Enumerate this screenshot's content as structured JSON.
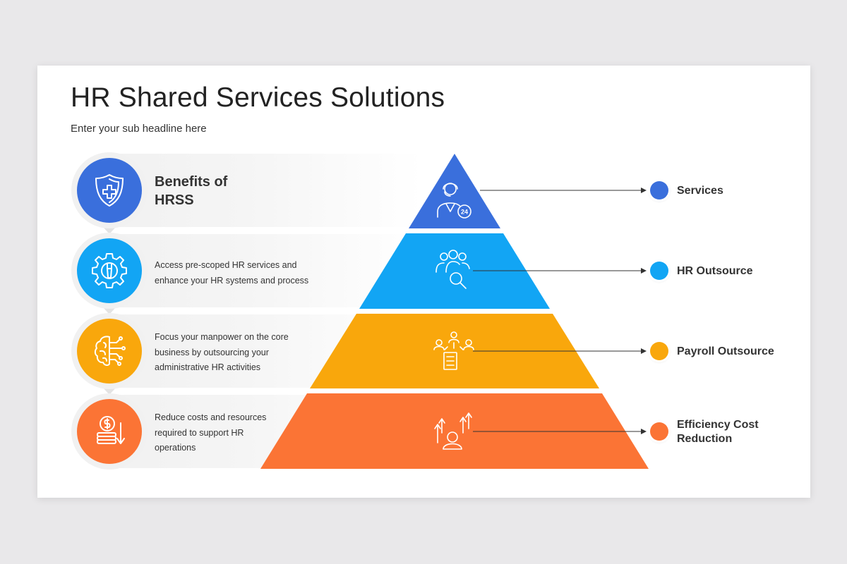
{
  "slide": {
    "title": "HR Shared Services Solutions",
    "subtitle": "Enter your sub headline here"
  },
  "benefits": {
    "heading": "Benefits of HRSS",
    "icon": "shield-plus-icon",
    "color": "#3a6fdc",
    "items": [
      {
        "text": "Access pre-scoped HR services and enhance your HR systems and process",
        "icon": "gear-wrench-icon",
        "color": "#12a5f4"
      },
      {
        "text": "Focus your manpower on the core business by outsourcing your administrative HR activities",
        "icon": "brain-circuit-icon",
        "color": "#f9a70c"
      },
      {
        "text": "Reduce costs and resources required to support HR operations",
        "icon": "coins-down-arrow-icon",
        "color": "#fb7435"
      }
    ]
  },
  "pyramid": {
    "levels": [
      {
        "label": "Services",
        "icon": "support-agent-24-icon",
        "color": "#3a6fdc"
      },
      {
        "label": "HR Outsource",
        "icon": "team-search-icon",
        "color": "#12a5f4"
      },
      {
        "label": "Payroll Outsource",
        "icon": "office-people-icon",
        "color": "#f9a70c"
      },
      {
        "label": "Efficiency Cost Reduction",
        "icon": "person-growth-arrows-icon",
        "color": "#fb7435"
      }
    ]
  }
}
